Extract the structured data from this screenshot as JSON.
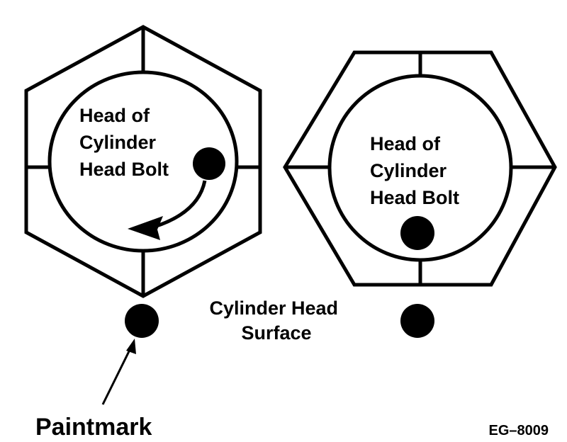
{
  "colors": {
    "ink": "#000000",
    "background": "#ffffff"
  },
  "left_bolt": {
    "label_lines": [
      "Head of",
      "Cylinder",
      "Head Bolt"
    ]
  },
  "right_bolt": {
    "label_lines": [
      "Head of",
      "Cylinder",
      "Head Bolt"
    ]
  },
  "surface": {
    "label_lines": [
      "Cylinder Head",
      "Surface"
    ]
  },
  "paintmark": {
    "label": "Paintmark"
  },
  "figure_code": "EG–8009"
}
